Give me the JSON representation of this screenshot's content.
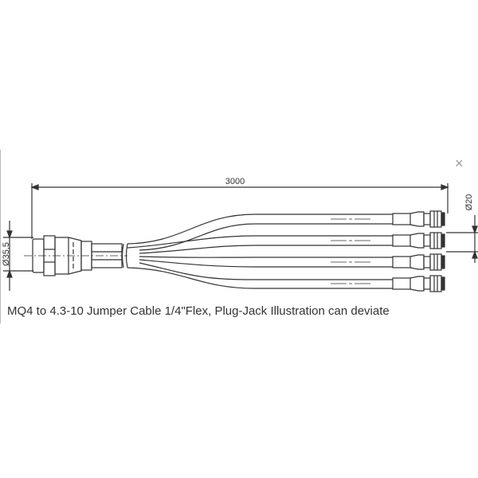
{
  "lightbox": {
    "close_label": "×",
    "close_icon": "close-icon",
    "caption": "MQ4 to 4.3-10 Jumper Cable 1/4\"Flex, Plug-Jack Illustration can deviate"
  },
  "drawing": {
    "length_dimension": "3000",
    "small_diameter": "Ø20",
    "large_diameter": "Ø35,5"
  }
}
